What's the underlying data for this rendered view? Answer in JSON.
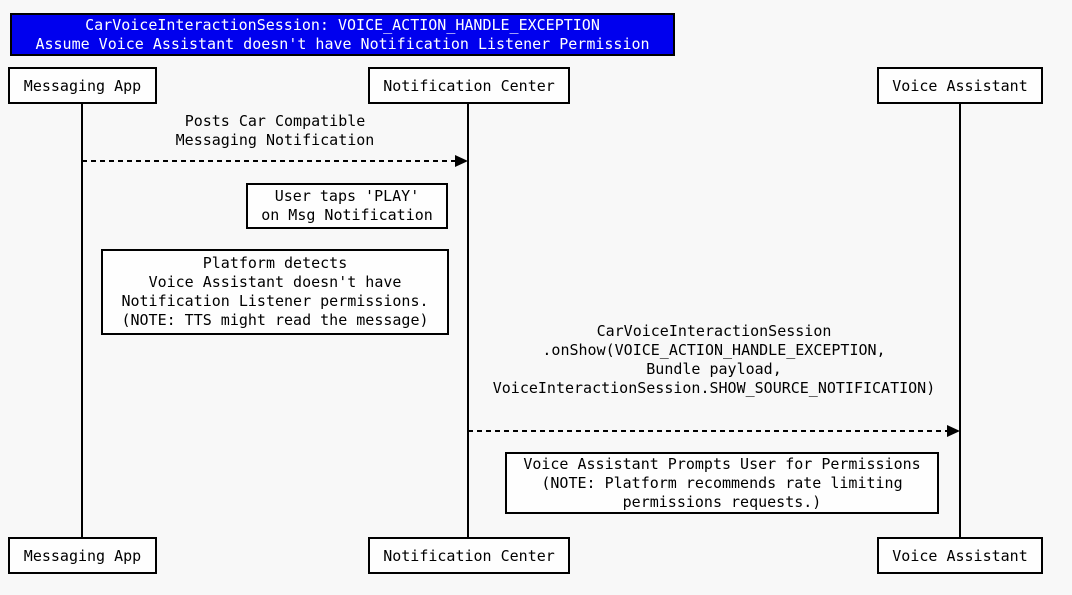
{
  "diagram": {
    "type": "sequence",
    "colors": {
      "background": "#f8f8f8",
      "title_background": "#0000ee",
      "title_text": "#ffffff",
      "box_background": "#fefefe",
      "border_and_lines": "#000000"
    },
    "title": {
      "line1": "CarVoiceInteractionSession: VOICE_ACTION_HANDLE_EXCEPTION",
      "line2": "Assume Voice Assistant doesn't have Notification Listener Permission"
    },
    "actors": [
      {
        "name": "Messaging App"
      },
      {
        "name": "Notification Center"
      },
      {
        "name": "Voice Assistant"
      }
    ],
    "messages": [
      {
        "from": "Messaging App",
        "to": "Notification Center",
        "line_style": "dashed",
        "label_lines": [
          "Posts Car Compatible",
          "Messaging Notification"
        ]
      },
      {
        "from": "Notification Center",
        "to": "Voice Assistant",
        "line_style": "dashed",
        "label_lines": [
          "CarVoiceInteractionSession",
          ".onShow(VOICE_ACTION_HANDLE_EXCEPTION,",
          "Bundle payload,",
          "VoiceInteractionSession.SHOW_SOURCE_NOTIFICATION)"
        ]
      }
    ],
    "notes": [
      {
        "lines": [
          "User taps 'PLAY'",
          "on Msg Notification"
        ]
      },
      {
        "lines": [
          "Platform detects",
          "Voice Assistant doesn't have",
          "Notification Listener permissions.",
          "(NOTE: TTS might read the message)"
        ]
      },
      {
        "lines": [
          "Voice Assistant Prompts User for Permissions",
          "(NOTE: Platform recommends rate limiting",
          "permissions requests.)"
        ]
      }
    ]
  }
}
